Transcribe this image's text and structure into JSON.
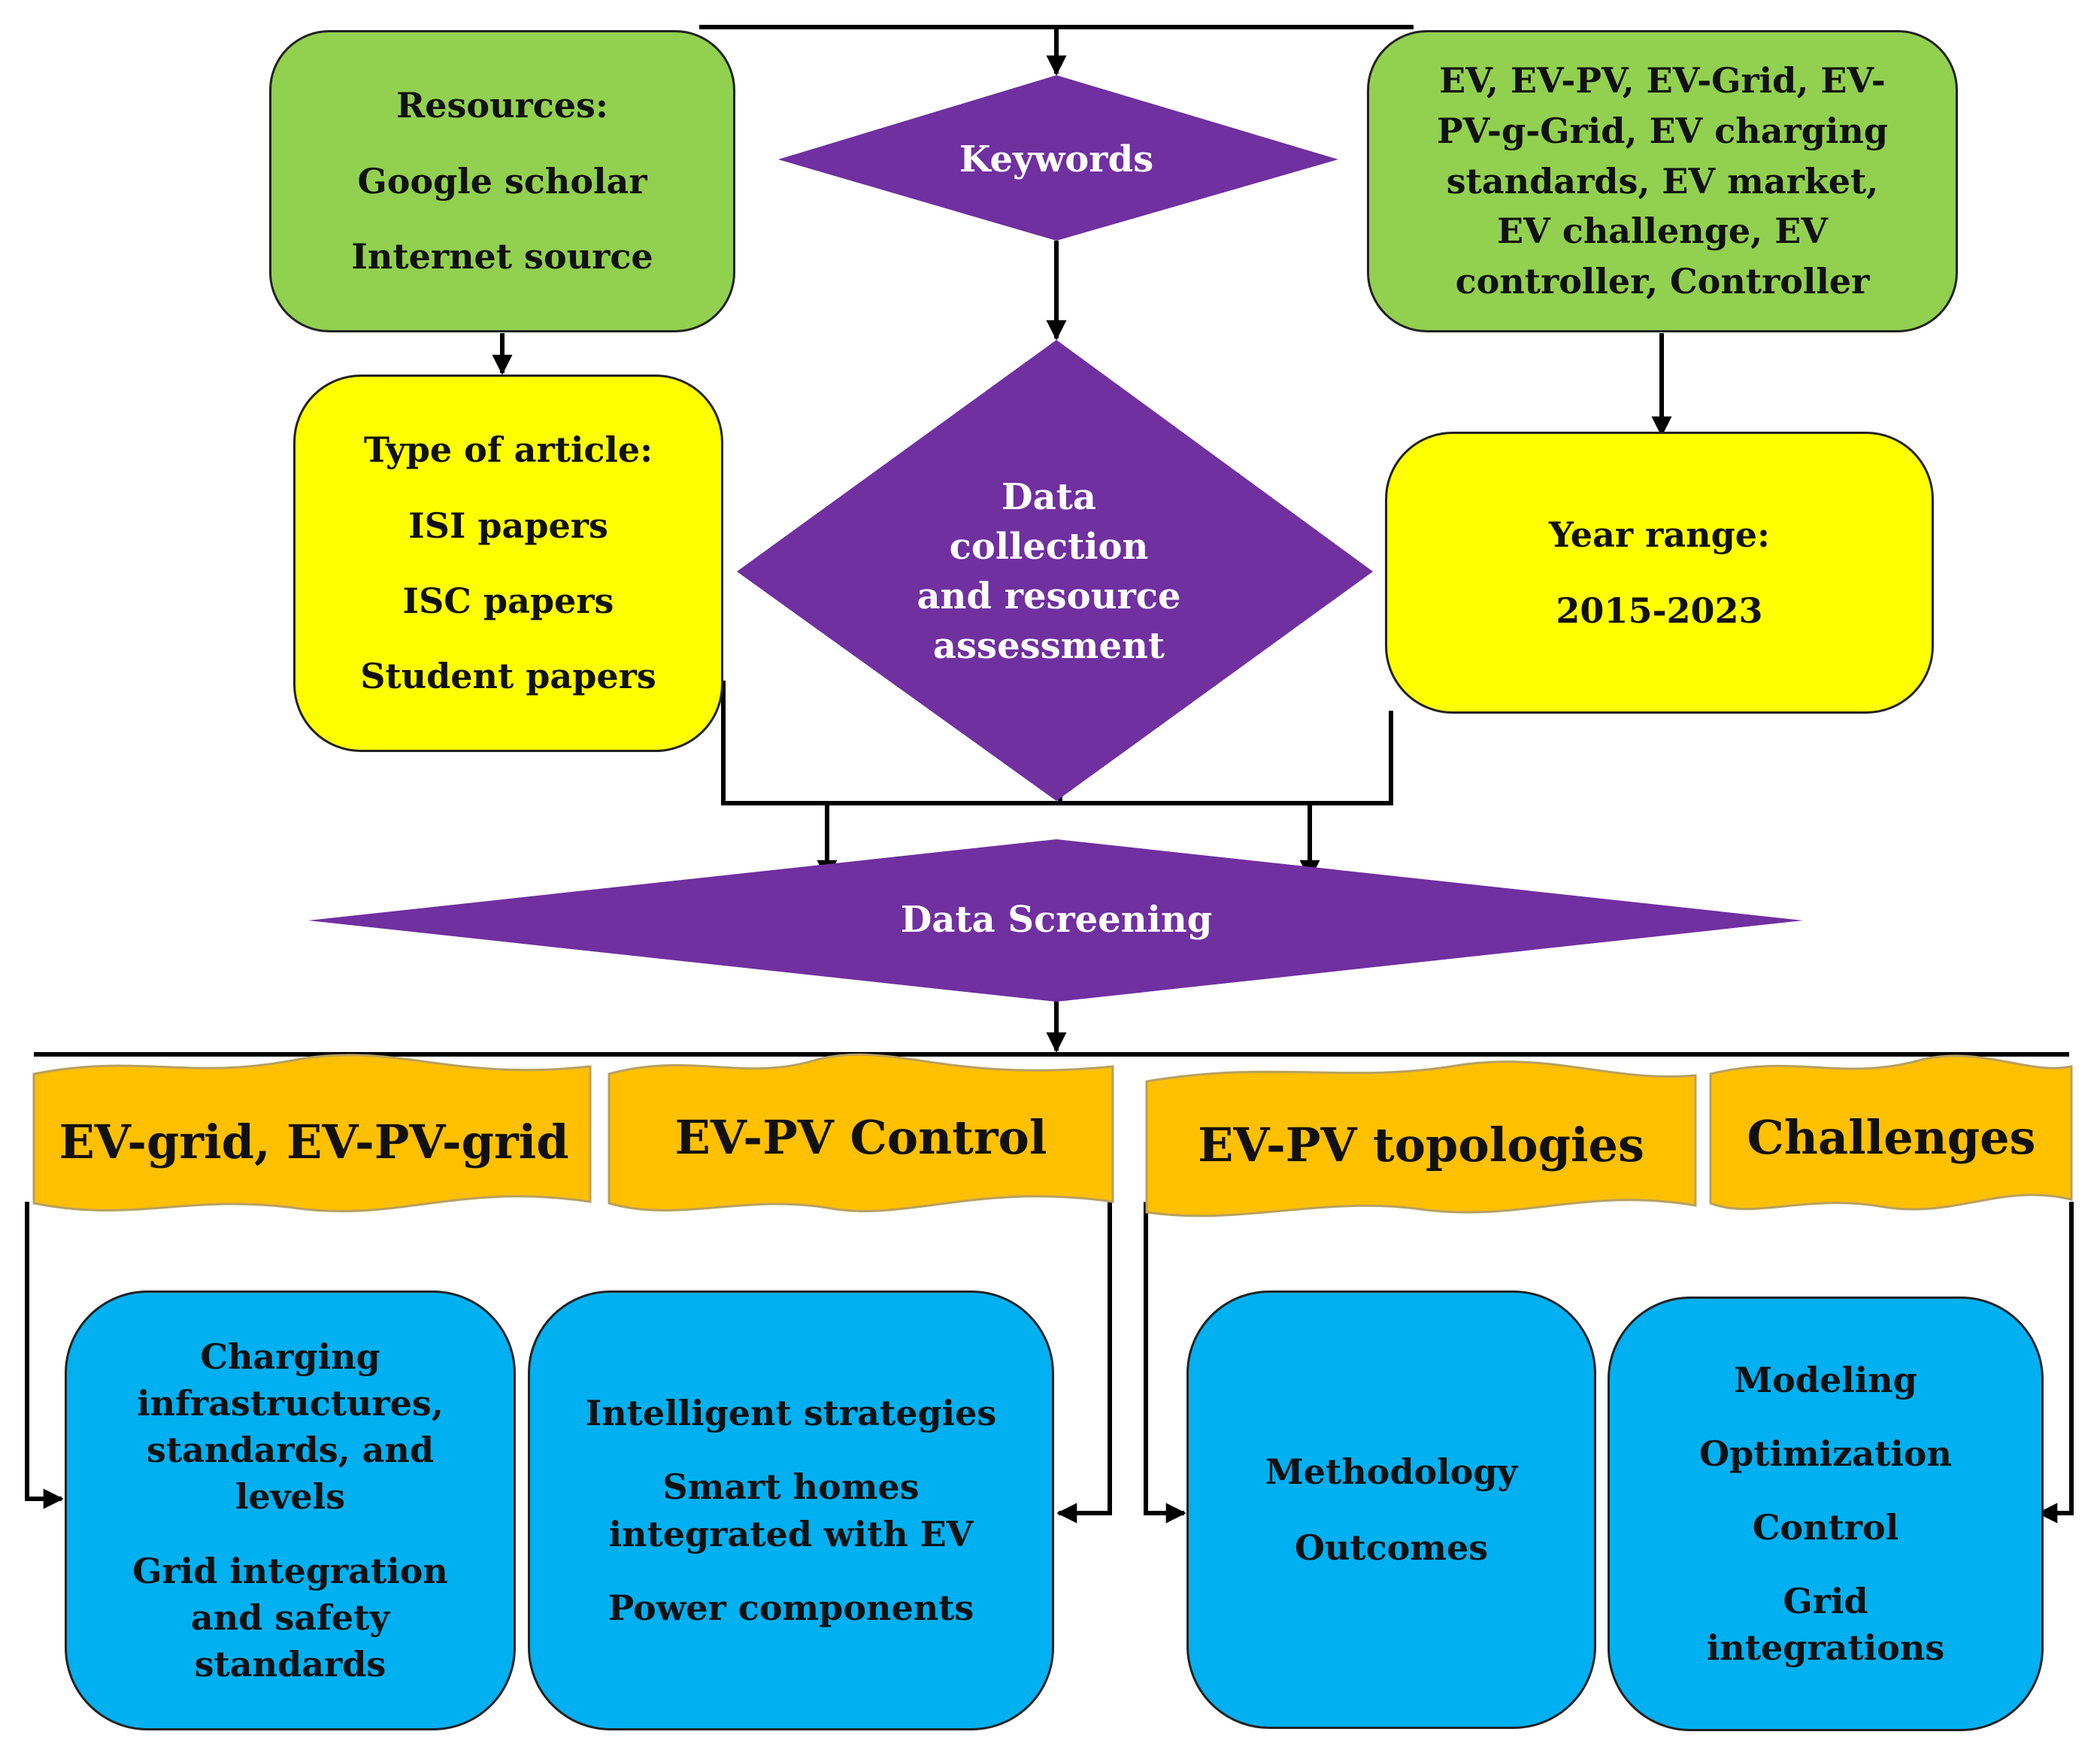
{
  "resources": {
    "title": "Resources:",
    "lines": [
      "Google scholar",
      "Internet source"
    ]
  },
  "keywords_box": {
    "lines": [
      "EV, EV-PV, EV-Grid, EV-",
      "PV-g-Grid, EV charging",
      "standards, EV market,",
      "EV challenge, EV",
      "controller, Controller"
    ]
  },
  "keywords_label": "Keywords",
  "article": {
    "title": "Type of article:",
    "lines": [
      "ISI papers",
      "ISC papers",
      "Student papers"
    ]
  },
  "data_collection": {
    "lines": [
      "Data",
      "collection",
      "and resource",
      "assessment"
    ]
  },
  "year": {
    "title": "Year range:",
    "value": "2015-2023"
  },
  "screening_label": "Data Screening",
  "categories": [
    "EV-grid, EV-PV-grid",
    "EV-PV Control",
    "EV-PV topologies",
    "Challenges"
  ],
  "details": [
    {
      "blocks": [
        [
          "Charging",
          "infrastructures,",
          "standards, and",
          "levels"
        ],
        [
          "Grid integration",
          "and safety",
          "standards"
        ]
      ]
    },
    {
      "blocks": [
        [
          "Intelligent strategies"
        ],
        [
          "Smart homes",
          "integrated with EV"
        ],
        [
          "Power components"
        ]
      ]
    },
    {
      "blocks": [
        [
          "Methodology"
        ],
        [
          "Outcomes"
        ]
      ]
    },
    {
      "blocks": [
        [
          "Modeling"
        ],
        [
          "Optimization"
        ],
        [
          "Control"
        ],
        [
          "Grid",
          "integrations"
        ]
      ]
    }
  ],
  "colors": {
    "green": "#92d050",
    "yellow": "#ffff00",
    "purple": "#7030a0",
    "orange": "#ffc000",
    "blue": "#00b0f0"
  }
}
